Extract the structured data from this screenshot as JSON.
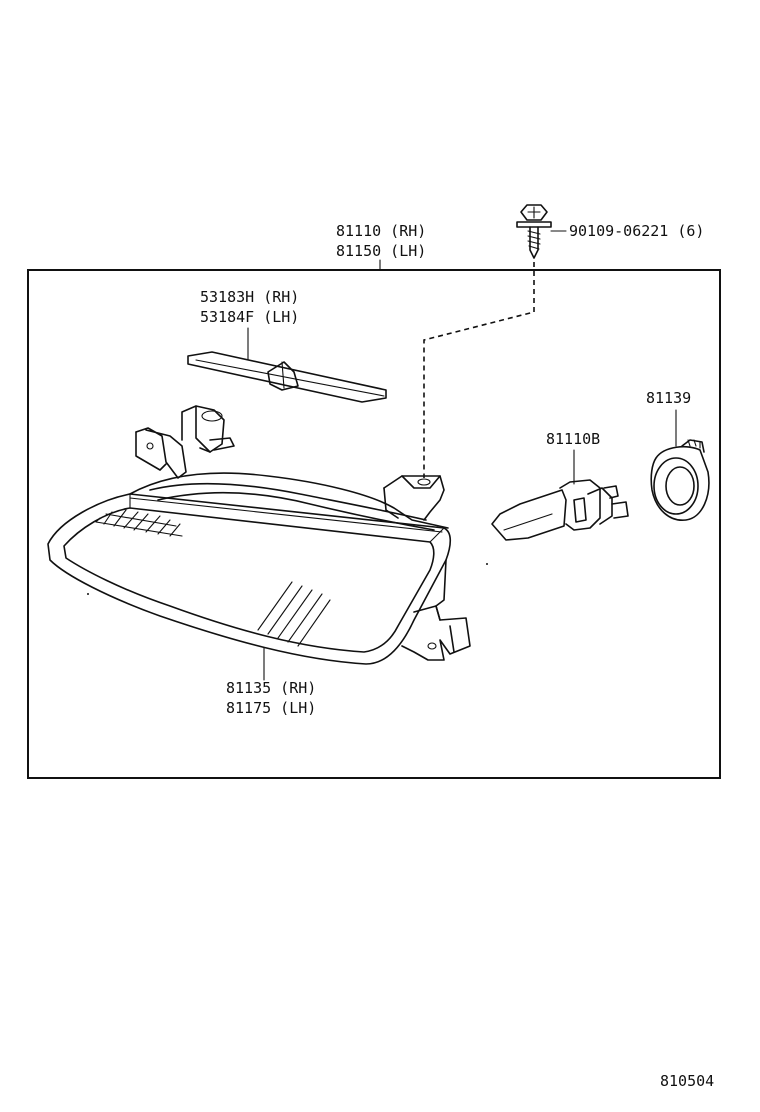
{
  "diagram": {
    "ref_code": "810504",
    "parts": [
      {
        "id": "assembly",
        "lines": [
          "81110 (RH)",
          "81150 (LH)"
        ]
      },
      {
        "id": "screw",
        "lines": [
          "90109-06221 (6)"
        ]
      },
      {
        "id": "seal",
        "lines": [
          "53183H (RH)",
          "53184F (LH)"
        ]
      },
      {
        "id": "cover",
        "lines": [
          "81139"
        ]
      },
      {
        "id": "bulb",
        "lines": [
          "81110B"
        ]
      },
      {
        "id": "lens",
        "lines": [
          "81135 (RH)",
          "81175 (LH)"
        ]
      }
    ]
  }
}
